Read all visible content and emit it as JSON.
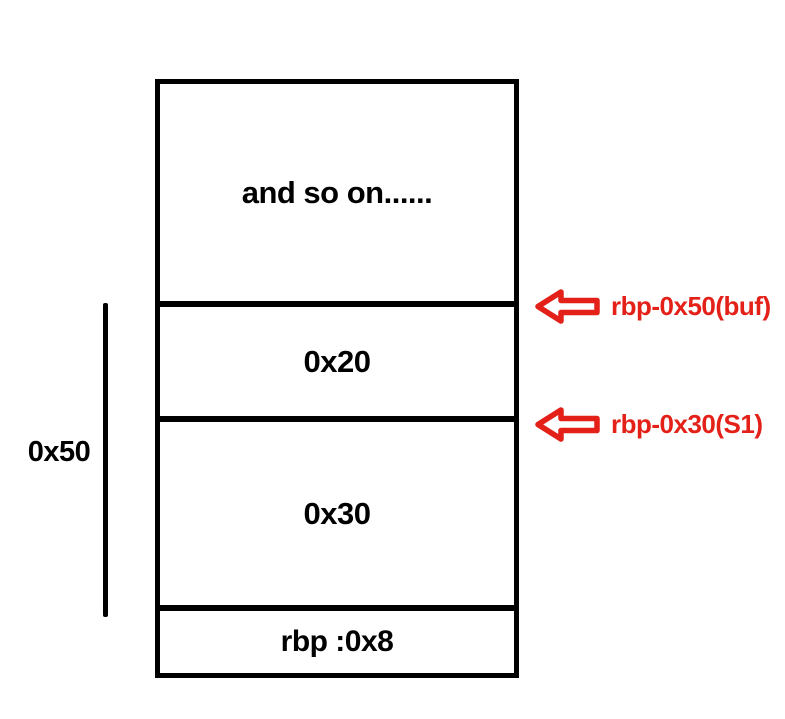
{
  "colors": {
    "background": "#ffffff",
    "line": "#000000",
    "accent_red": "#e32119"
  },
  "stack": {
    "sections": [
      {
        "label": "and so on......"
      },
      {
        "label": "0x20"
      },
      {
        "label": "0x30"
      },
      {
        "label": "rbp :0x8"
      }
    ]
  },
  "bracket": {
    "label": "0x50"
  },
  "annotations": [
    {
      "icon": "left-block-arrow-icon",
      "label": "rbp-0x50(buf)"
    },
    {
      "icon": "left-block-arrow-icon",
      "label": "rbp-0x30(S1)"
    }
  ]
}
